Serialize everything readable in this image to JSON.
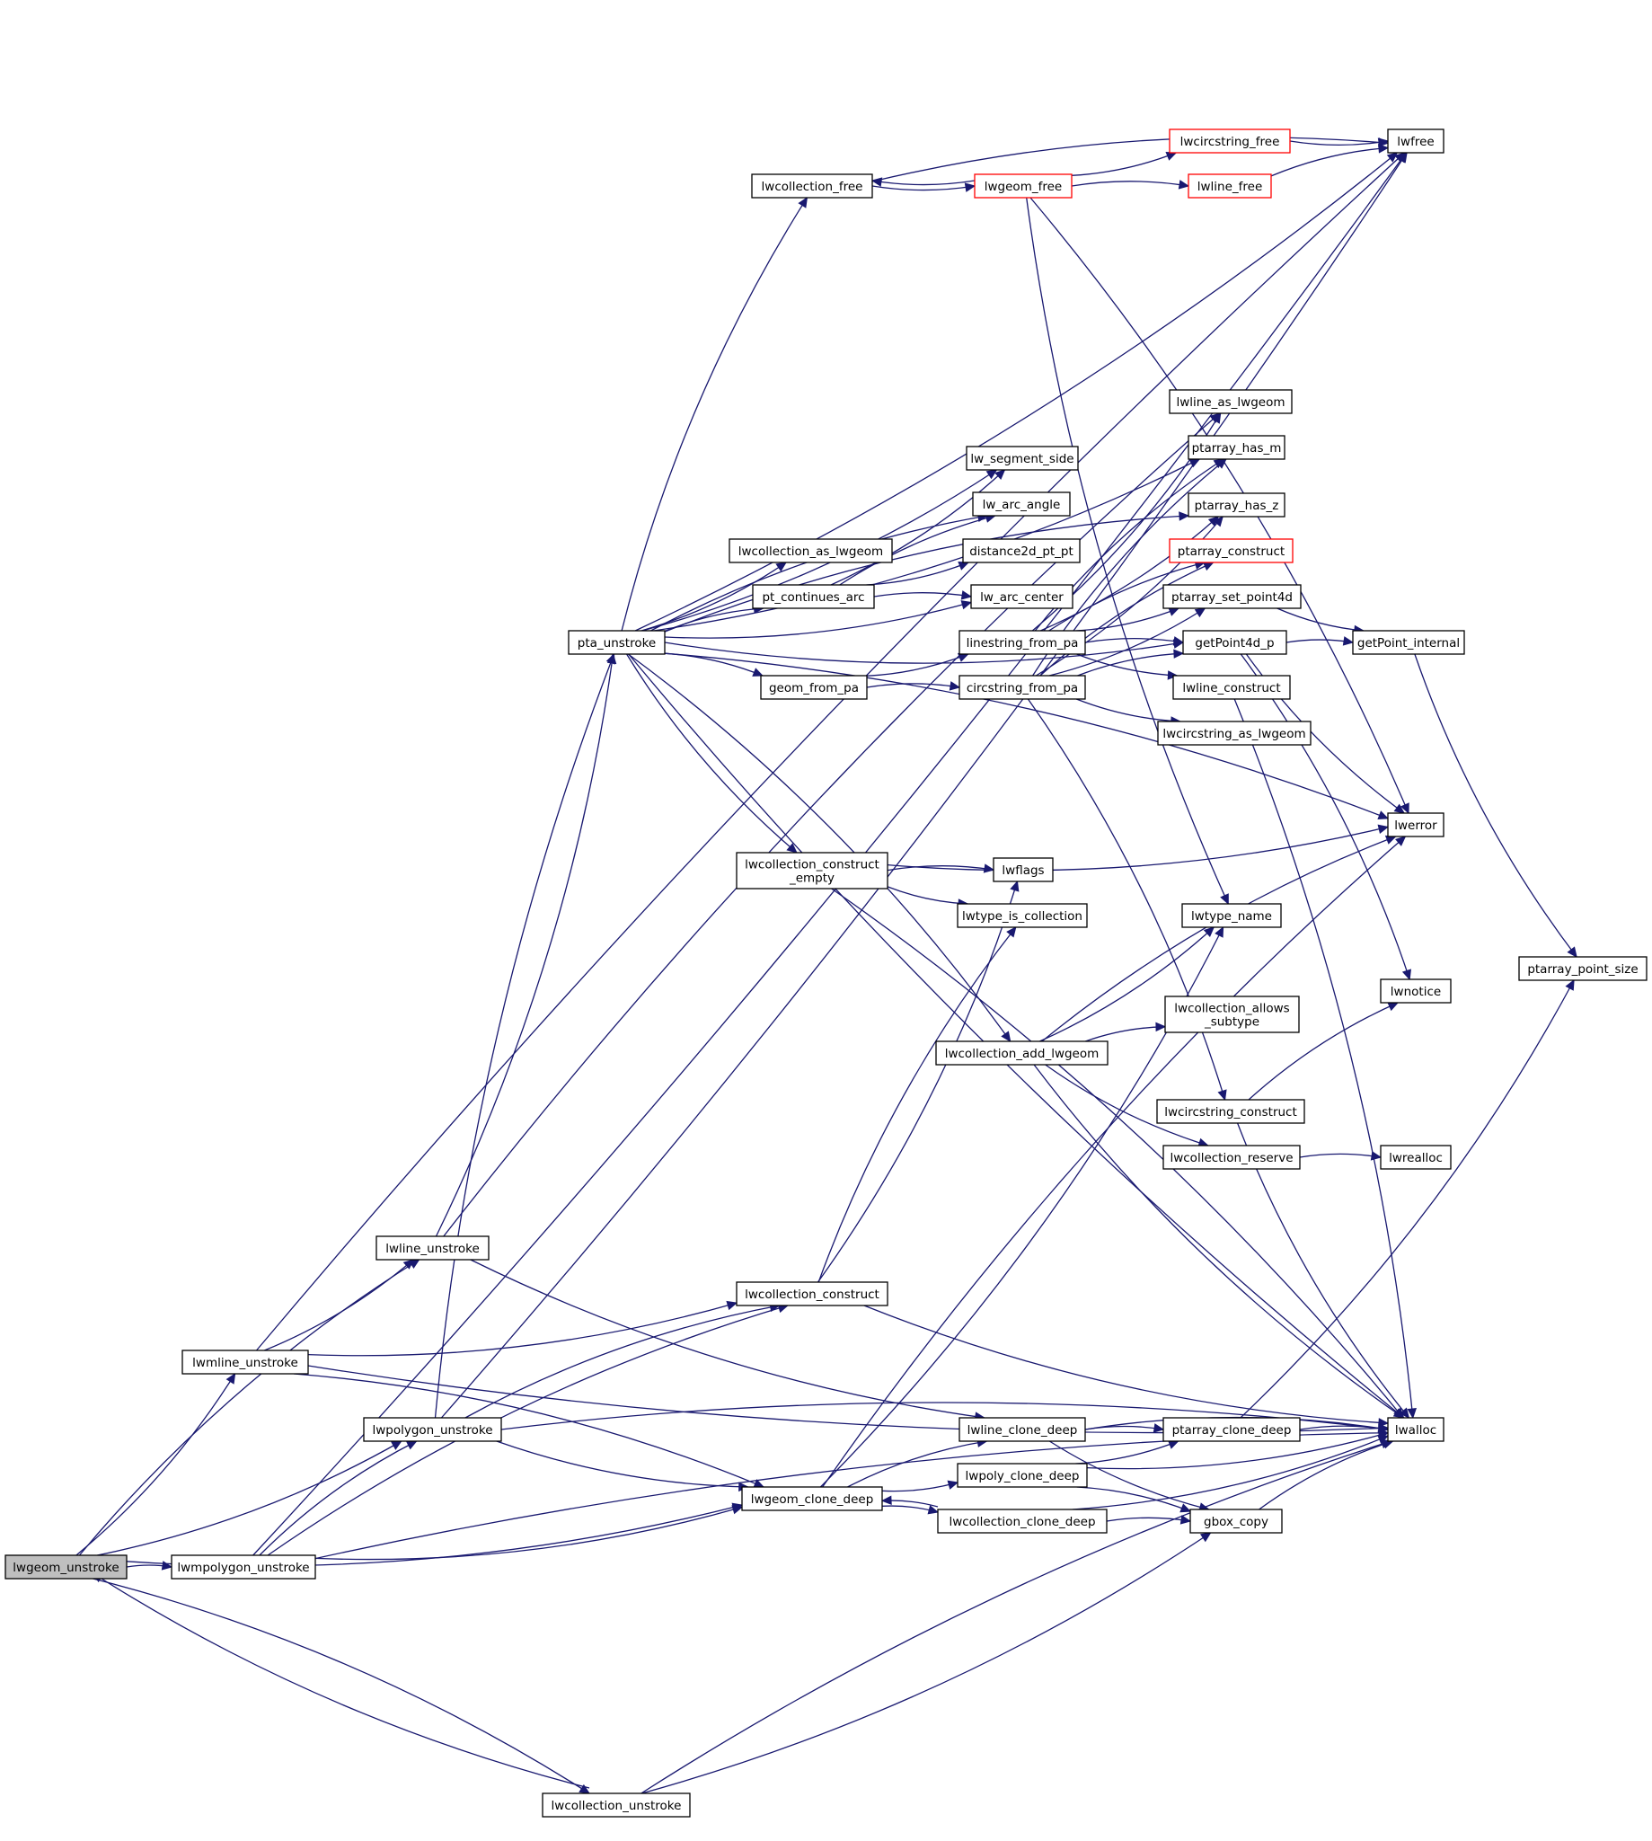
{
  "graph": {
    "title": "",
    "root": "lwgeom_unstroke",
    "nodes": [
      {
        "id": "lwgeom_unstroke",
        "label": "lwgeom_unstroke",
        "style": "root"
      },
      {
        "id": "lwmpolygon_unstroke",
        "label": "lwmpolygon_unstroke"
      },
      {
        "id": "lwmline_unstroke",
        "label": "lwmline_unstroke"
      },
      {
        "id": "lwline_unstroke",
        "label": "lwline_unstroke"
      },
      {
        "id": "lwpolygon_unstroke",
        "label": "lwpolygon_unstroke"
      },
      {
        "id": "lwcollection_unstroke",
        "label": "lwcollection_unstroke"
      },
      {
        "id": "pta_unstroke",
        "label": "pta_unstroke"
      },
      {
        "id": "lwcollection_free",
        "label": "lwcollection_free"
      },
      {
        "id": "lwgeom_free",
        "label": "lwgeom_free",
        "style": "red"
      },
      {
        "id": "lwcircstring_free",
        "label": "lwcircstring_free",
        "style": "red"
      },
      {
        "id": "lwline_free",
        "label": "lwline_free",
        "style": "red"
      },
      {
        "id": "lwfree",
        "label": "lwfree"
      },
      {
        "id": "lwline_as_lwgeom",
        "label": "lwline_as_lwgeom"
      },
      {
        "id": "ptarray_has_m",
        "label": "ptarray_has_m"
      },
      {
        "id": "ptarray_has_z",
        "label": "ptarray_has_z"
      },
      {
        "id": "ptarray_construct",
        "label": "ptarray_construct",
        "style": "red"
      },
      {
        "id": "ptarray_set_point4d",
        "label": "ptarray_set_point4d"
      },
      {
        "id": "getPoint4d_p",
        "label": "getPoint4d_p"
      },
      {
        "id": "getPoint_internal",
        "label": "getPoint_internal"
      },
      {
        "id": "lwline_construct",
        "label": "lwline_construct"
      },
      {
        "id": "lwcircstring_as_lwgeom",
        "label": "lwcircstring_as_lwgeom"
      },
      {
        "id": "lw_segment_side",
        "label": "lw_segment_side"
      },
      {
        "id": "lw_arc_angle",
        "label": "lw_arc_angle"
      },
      {
        "id": "lwcollection_as_lwgeom",
        "label": "lwcollection_as_lwgeom"
      },
      {
        "id": "distance2d_pt_pt",
        "label": "distance2d_pt_pt"
      },
      {
        "id": "pt_continues_arc",
        "label": "pt_continues_arc"
      },
      {
        "id": "lw_arc_center",
        "label": "lw_arc_center"
      },
      {
        "id": "linestring_from_pa",
        "label": "linestring_from_pa"
      },
      {
        "id": "geom_from_pa",
        "label": "geom_from_pa"
      },
      {
        "id": "circstring_from_pa",
        "label": "circstring_from_pa"
      },
      {
        "id": "lwerror",
        "label": "lwerror"
      },
      {
        "id": "lwcollection_construct_empty",
        "label": "lwcollection_construct\n_empty"
      },
      {
        "id": "lwflags",
        "label": "lwflags"
      },
      {
        "id": "lwtype_is_collection",
        "label": "lwtype_is_collection"
      },
      {
        "id": "lwtype_name",
        "label": "lwtype_name"
      },
      {
        "id": "ptarray_point_size",
        "label": "ptarray_point_size"
      },
      {
        "id": "lwnotice",
        "label": "lwnotice"
      },
      {
        "id": "lwcollection_allows_subtype",
        "label": "lwcollection_allows\n_subtype"
      },
      {
        "id": "lwcollection_add_lwgeom",
        "label": "lwcollection_add_lwgeom"
      },
      {
        "id": "lwcircstring_construct",
        "label": "lwcircstring_construct"
      },
      {
        "id": "lwcollection_reserve",
        "label": "lwcollection_reserve"
      },
      {
        "id": "lwrealloc",
        "label": "lwrealloc"
      },
      {
        "id": "lwcollection_construct",
        "label": "lwcollection_construct"
      },
      {
        "id": "lwline_clone_deep",
        "label": "lwline_clone_deep"
      },
      {
        "id": "ptarray_clone_deep",
        "label": "ptarray_clone_deep"
      },
      {
        "id": "lwalloc",
        "label": "lwalloc"
      },
      {
        "id": "lwpoly_clone_deep",
        "label": "lwpoly_clone_deep"
      },
      {
        "id": "lwgeom_clone_deep",
        "label": "lwgeom_clone_deep"
      },
      {
        "id": "lwcollection_clone_deep",
        "label": "lwcollection_clone_deep"
      },
      {
        "id": "gbox_copy",
        "label": "gbox_copy"
      }
    ],
    "edges": [
      [
        "lwgeom_unstroke",
        "lwmpolygon_unstroke"
      ],
      [
        "lwgeom_unstroke",
        "lwmline_unstroke"
      ],
      [
        "lwgeom_unstroke",
        "lwline_unstroke"
      ],
      [
        "lwgeom_unstroke",
        "lwpolygon_unstroke"
      ],
      [
        "lwgeom_unstroke",
        "lwcollection_unstroke"
      ],
      [
        "lwgeom_unstroke",
        "lwgeom_clone_deep"
      ],
      [
        "lwcollection_unstroke",
        "lwgeom_unstroke"
      ],
      [
        "lwcollection_unstroke",
        "gbox_copy"
      ],
      [
        "lwcollection_unstroke",
        "lwalloc"
      ],
      [
        "lwmline_unstroke",
        "lwline_unstroke"
      ],
      [
        "lwmline_unstroke",
        "lwfree"
      ],
      [
        "lwmline_unstroke",
        "lwcollection_construct"
      ],
      [
        "lwmline_unstroke",
        "lwgeom_clone_deep"
      ],
      [
        "lwmline_unstroke",
        "lwalloc"
      ],
      [
        "lwmpolygon_unstroke",
        "lwpolygon_unstroke"
      ],
      [
        "lwmpolygon_unstroke",
        "lwfree"
      ],
      [
        "lwmpolygon_unstroke",
        "lwcollection_construct"
      ],
      [
        "lwmpolygon_unstroke",
        "lwgeom_clone_deep"
      ],
      [
        "lwmpolygon_unstroke",
        "lwalloc"
      ],
      [
        "lwline_unstroke",
        "pta_unstroke"
      ],
      [
        "lwline_unstroke",
        "lwline_as_lwgeom"
      ],
      [
        "lwline_unstroke",
        "lwline_clone_deep"
      ],
      [
        "lwpolygon_unstroke",
        "pta_unstroke"
      ],
      [
        "lwpolygon_unstroke",
        "lwfree"
      ],
      [
        "lwpolygon_unstroke",
        "lwcollection_construct"
      ],
      [
        "lwpolygon_unstroke",
        "lwgeom_clone_deep"
      ],
      [
        "lwpolygon_unstroke",
        "lwalloc"
      ],
      [
        "pta_unstroke",
        "lwfree"
      ],
      [
        "pta_unstroke",
        "lwcollection_free"
      ],
      [
        "pta_unstroke",
        "ptarray_has_m"
      ],
      [
        "pta_unstroke",
        "ptarray_has_z"
      ],
      [
        "pta_unstroke",
        "lw_segment_side"
      ],
      [
        "pta_unstroke",
        "lw_arc_angle"
      ],
      [
        "pta_unstroke",
        "lwcollection_as_lwgeom"
      ],
      [
        "pta_unstroke",
        "pt_continues_arc"
      ],
      [
        "pta_unstroke",
        "lw_arc_center"
      ],
      [
        "pta_unstroke",
        "geom_from_pa"
      ],
      [
        "pta_unstroke",
        "getPoint4d_p"
      ],
      [
        "pta_unstroke",
        "lwerror"
      ],
      [
        "pta_unstroke",
        "lwcollection_construct_empty"
      ],
      [
        "pta_unstroke",
        "lwcollection_add_lwgeom"
      ],
      [
        "pta_unstroke",
        "lwalloc"
      ],
      [
        "lwcollection_free",
        "lwfree"
      ],
      [
        "lwcollection_free",
        "lwgeom_free"
      ],
      [
        "lwgeom_free",
        "lwcollection_free"
      ],
      [
        "lwgeom_free",
        "lwcircstring_free"
      ],
      [
        "lwgeom_free",
        "lwline_free"
      ],
      [
        "lwgeom_free",
        "lwtype_name"
      ],
      [
        "lwgeom_free",
        "lwerror"
      ],
      [
        "lwcircstring_free",
        "lwfree"
      ],
      [
        "lwline_free",
        "lwfree"
      ],
      [
        "pt_continues_arc",
        "lw_segment_side"
      ],
      [
        "pt_continues_arc",
        "lw_arc_angle"
      ],
      [
        "pt_continues_arc",
        "distance2d_pt_pt"
      ],
      [
        "pt_continues_arc",
        "lw_arc_center"
      ],
      [
        "geom_from_pa",
        "linestring_from_pa"
      ],
      [
        "geom_from_pa",
        "circstring_from_pa"
      ],
      [
        "linestring_from_pa",
        "lwline_as_lwgeom"
      ],
      [
        "linestring_from_pa",
        "ptarray_has_m"
      ],
      [
        "linestring_from_pa",
        "ptarray_has_z"
      ],
      [
        "linestring_from_pa",
        "ptarray_construct"
      ],
      [
        "linestring_from_pa",
        "ptarray_set_point4d"
      ],
      [
        "linestring_from_pa",
        "getPoint4d_p"
      ],
      [
        "linestring_from_pa",
        "lwline_construct"
      ],
      [
        "circstring_from_pa",
        "ptarray_has_m"
      ],
      [
        "circstring_from_pa",
        "ptarray_has_z"
      ],
      [
        "circstring_from_pa",
        "ptarray_construct"
      ],
      [
        "circstring_from_pa",
        "ptarray_set_point4d"
      ],
      [
        "circstring_from_pa",
        "getPoint4d_p"
      ],
      [
        "circstring_from_pa",
        "lwcircstring_as_lwgeom"
      ],
      [
        "circstring_from_pa",
        "lwcircstring_construct"
      ],
      [
        "ptarray_set_point4d",
        "getPoint_internal"
      ],
      [
        "getPoint4d_p",
        "getPoint_internal"
      ],
      [
        "getPoint4d_p",
        "lwerror"
      ],
      [
        "getPoint4d_p",
        "lwnotice"
      ],
      [
        "getPoint_internal",
        "ptarray_point_size"
      ],
      [
        "lwline_construct",
        "lwalloc"
      ],
      [
        "lwcollection_construct_empty",
        "lwerror"
      ],
      [
        "lwcollection_construct_empty",
        "lwflags"
      ],
      [
        "lwcollection_construct_empty",
        "lwtype_is_collection"
      ],
      [
        "lwcollection_construct_empty",
        "lwalloc"
      ],
      [
        "lwcollection_add_lwgeom",
        "lwtype_name"
      ],
      [
        "lwcollection_add_lwgeom",
        "lwcollection_allows_subtype"
      ],
      [
        "lwcollection_add_lwgeom",
        "lwcollection_reserve"
      ],
      [
        "lwcollection_add_lwgeom",
        "lwerror"
      ],
      [
        "lwcollection_add_lwgeom",
        "lwalloc"
      ],
      [
        "lwcircstring_construct",
        "lwnotice"
      ],
      [
        "lwcircstring_construct",
        "lwalloc"
      ],
      [
        "lwcollection_reserve",
        "lwrealloc"
      ],
      [
        "lwcollection_construct",
        "lwflags"
      ],
      [
        "lwcollection_construct",
        "lwtype_is_collection"
      ],
      [
        "lwcollection_construct",
        "lwalloc"
      ],
      [
        "lwgeom_clone_deep",
        "lwline_clone_deep"
      ],
      [
        "lwgeom_clone_deep",
        "lwpoly_clone_deep"
      ],
      [
        "lwgeom_clone_deep",
        "lwcollection_clone_deep"
      ],
      [
        "lwgeom_clone_deep",
        "lwtype_name"
      ],
      [
        "lwgeom_clone_deep",
        "lwerror"
      ],
      [
        "lwcollection_clone_deep",
        "lwgeom_clone_deep"
      ],
      [
        "lwcollection_clone_deep",
        "gbox_copy"
      ],
      [
        "lwcollection_clone_deep",
        "lwalloc"
      ],
      [
        "lwline_clone_deep",
        "ptarray_clone_deep"
      ],
      [
        "lwline_clone_deep",
        "gbox_copy"
      ],
      [
        "lwline_clone_deep",
        "lwalloc"
      ],
      [
        "lwpoly_clone_deep",
        "ptarray_clone_deep"
      ],
      [
        "lwpoly_clone_deep",
        "gbox_copy"
      ],
      [
        "lwpoly_clone_deep",
        "lwalloc"
      ],
      [
        "ptarray_clone_deep",
        "lwalloc"
      ],
      [
        "ptarray_clone_deep",
        "ptarray_point_size"
      ],
      [
        "gbox_copy",
        "lwalloc"
      ]
    ],
    "colors": {
      "edge": "#191970",
      "node_border": "#000000",
      "node_fill": "#ffffff",
      "root_fill": "#bfbfbf",
      "highlight_border": "#ff0000"
    }
  }
}
